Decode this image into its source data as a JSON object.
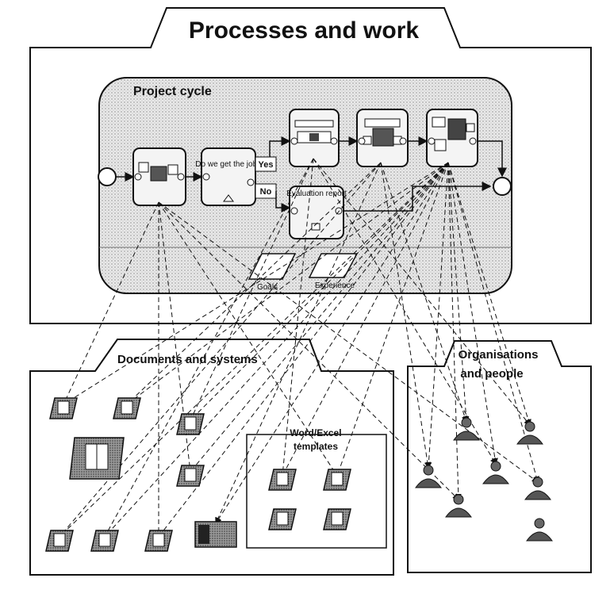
{
  "title": "Processes and work",
  "sections": {
    "project_cycle": "Project cycle",
    "documents": "Documents and systems",
    "templates_line1": "Word/Excel",
    "templates_line2": "templates",
    "orgs_line1": "Organisations",
    "orgs_line2": "and people"
  },
  "process": {
    "decision_label": "Do we get the job?",
    "yes_label": "Yes",
    "no_label": "No",
    "evaluation_label": "Evaluation report",
    "data_store_1": "Goals",
    "data_store_2": "Experience"
  },
  "colors": {
    "ink": "#111111",
    "fill_grey": "#c8c8c8",
    "fill_light": "#e6e6e6",
    "paper": "#ffffff"
  },
  "icons": {
    "document": "document-icon",
    "person": "person-icon",
    "activity": "activity-box",
    "system": "system-icon"
  }
}
